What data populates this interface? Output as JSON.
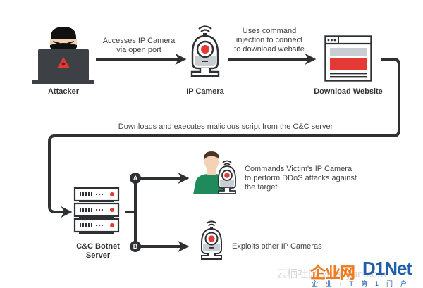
{
  "nodes": {
    "attacker": {
      "title": "Attacker"
    },
    "ip_camera": {
      "title": "IP Camera"
    },
    "download_website": {
      "title": "Download Website"
    },
    "cc_server": {
      "title_line1": "C&C Botnet",
      "title_line2": "Server"
    }
  },
  "edges": {
    "attacker_to_camera": {
      "line1": "Accesses IP Camera",
      "line2": "via open port"
    },
    "camera_to_website": {
      "line1": "Uses command",
      "line2": "injection to connect",
      "line3": "to download website"
    },
    "website_to_server": {
      "text": "Downloads and executes malicious script from the C&C server"
    }
  },
  "branches": {
    "a": {
      "marker": "A",
      "line1": "Commands Victim's IP Camera",
      "line2": "to perform DDoS attacks against",
      "line3": "the target"
    },
    "b": {
      "marker": "B",
      "text": "Exploits other IP Cameras"
    }
  },
  "watermark": {
    "cn_brand": "企业网",
    "en_brand": "D1Net",
    "tagline": "企业IT第1门户",
    "ghost": "云栖社区 yq.aliyun.com"
  },
  "colors": {
    "line": "#2e3033",
    "accent_red": "#e53935",
    "camera_gray": "#c9ced2",
    "shirt_green": "#1f8a5b"
  }
}
